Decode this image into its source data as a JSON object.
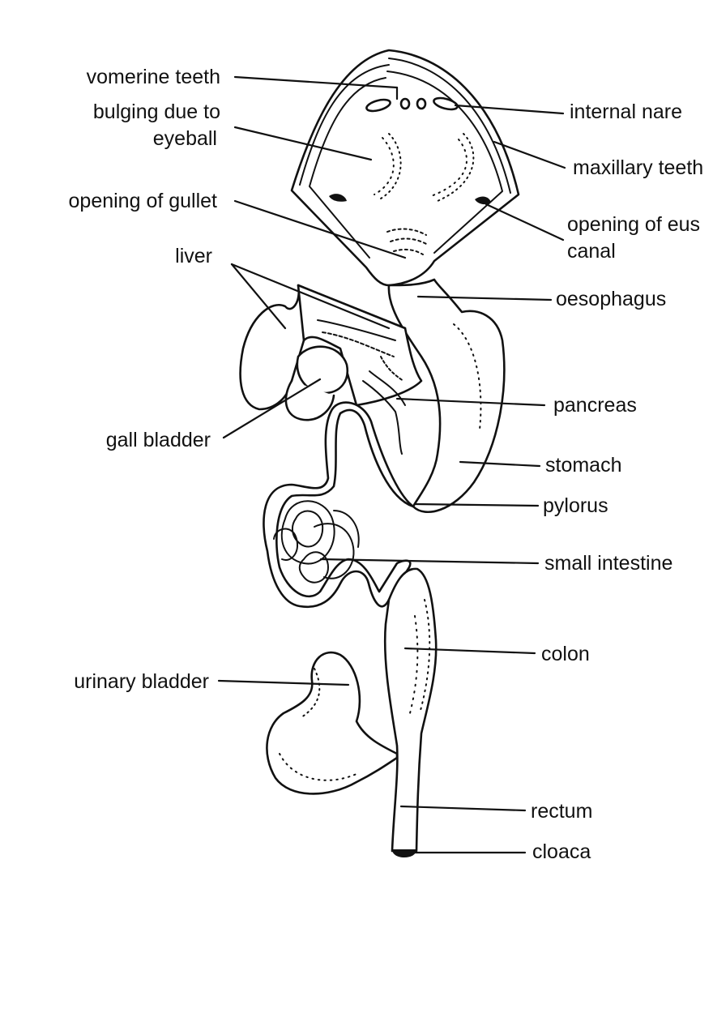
{
  "labels": {
    "vomerine_teeth": "vomerine teeth",
    "bulging_line1": "bulging due to",
    "bulging_line2": "eyeball",
    "opening_gullet": "opening of gullet",
    "liver": "liver",
    "gall_bladder": "gall bladder",
    "urinary_bladder": "urinary bladder",
    "internal_nare": "internal nare",
    "maxillary_teeth": "maxillary teeth",
    "eustachian_line1": "opening of eus",
    "eustachian_line2": "canal",
    "oesophagus": "oesophagus",
    "pancreas": "pancreas",
    "stomach": "stomach",
    "pylorus": "pylorus",
    "small_intestine": "small intestine",
    "colon": "colon",
    "rectum": "rectum",
    "cloaca": "cloaca"
  },
  "colors": {
    "ink": "#111111",
    "paper": "#ffffff"
  }
}
